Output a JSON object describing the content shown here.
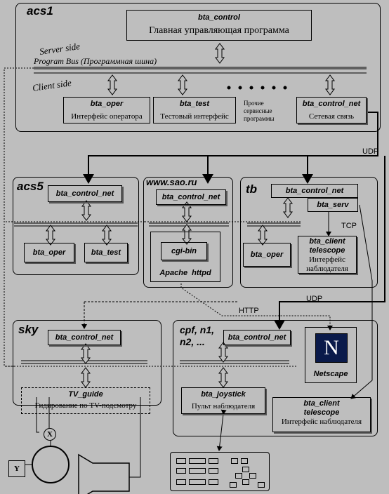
{
  "groups": {
    "acs1": "acs1",
    "acs5": "acs5",
    "www": "www.sao.ru",
    "tb": "tb",
    "sky": "sky",
    "cpf": "cpf, n1,\nn2, ..."
  },
  "acs1": {
    "server_side": "Server side",
    "client_side": "Client side",
    "program_bus": "Program Bus (Программная шина)",
    "bta_control": {
      "title": "bta_control",
      "sub": "Главная управляющая программа"
    },
    "bta_oper": {
      "title": "bta_oper",
      "sub": "Интерфейс оператора"
    },
    "bta_test": {
      "title": "bta_test",
      "sub": "Тестовый интерфейс"
    },
    "other_programs": "Прочие\nсервисные\nпрограммы",
    "bta_control_net": {
      "title": "bta_control_net",
      "sub": "Сетевая связь"
    }
  },
  "acs5": {
    "net": "bta_control_net",
    "oper": "bta_oper",
    "test": "bta_test"
  },
  "www": {
    "net": "bta_control_net",
    "cgi": "cgi-bin",
    "apache": "Apache  httpd"
  },
  "tb": {
    "net": "bta_control_net",
    "serv": "bta_serv",
    "oper": "bta_oper",
    "client": {
      "title": "bta_client\ntelescope",
      "sub": "Интерфейс\nнаблюдателя"
    }
  },
  "sky": {
    "net": "bta_control_net",
    "tv_title": "TV_guide",
    "tv_sub": "Гидирование по TV-подсмотру",
    "x_label": "X",
    "y_label": "Y"
  },
  "cpf": {
    "net": "bta_control_net",
    "netscape": "Netscape",
    "netscape_logo": "N",
    "joystick": {
      "title": "bta_joystick",
      "sub": "Пульт наблюдателя"
    }
  },
  "client_telescope": {
    "title": "bta_client\ntelescope",
    "sub": "Интерфейс наблюдателя"
  },
  "links": {
    "udp_top": "UDP",
    "tcp": "TCP",
    "udp_mid": "UDP",
    "http": "HTTP"
  },
  "colors": {
    "background": "#bebebe",
    "line": "#000000",
    "netscape_bg": "#0a1a4a"
  },
  "icons": [
    "double-arrow-icon",
    "netscape-logo-icon",
    "monitor-icon",
    "motor-x-icon",
    "motor-y-icon",
    "joystick-keypad-icon"
  ]
}
